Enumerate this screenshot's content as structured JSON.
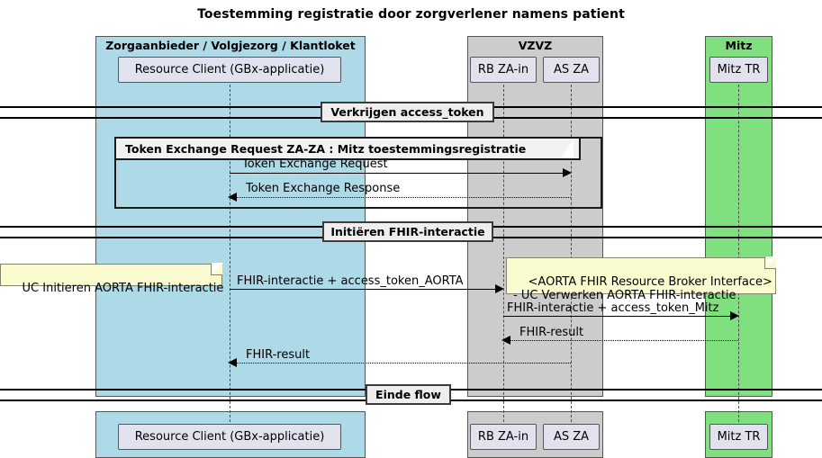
{
  "diagram": {
    "title": "Toestemming registratie door zorgverlener namens patient",
    "type": "uml-sequence-diagram"
  },
  "participant_groups": [
    {
      "id": "zorgaanbieder",
      "label": "Zorgaanbieder / Volgjezorg / Klantloket",
      "color": "#AED9E6"
    },
    {
      "id": "vzvz",
      "label": "VZVZ",
      "color": "#CCCCCC"
    },
    {
      "id": "mitz",
      "label": "Mitz",
      "color": "#80E080"
    }
  ],
  "participants": [
    {
      "id": "resource-client",
      "label": "Resource Client (GBx-applicatie)",
      "group": "zorgaanbieder"
    },
    {
      "id": "rb-za-in",
      "label": "RB ZA-in",
      "group": "vzvz"
    },
    {
      "id": "as-za",
      "label": "AS ZA",
      "group": "vzvz"
    },
    {
      "id": "mitz-tr",
      "label": "Mitz TR",
      "group": "mitz"
    }
  ],
  "dividers": [
    {
      "id": "verkrijgen-access-token",
      "label": "Verkrijgen access_token"
    },
    {
      "id": "initieren-fhir-interactie",
      "label": "Initiëren FHIR-interactie"
    },
    {
      "id": "einde-flow",
      "label": "Einde flow"
    }
  ],
  "frames": [
    {
      "id": "token-exchange-frame",
      "label": "Token Exchange Request ZA-ZA : Mitz toestemmingsregistratie"
    }
  ],
  "messages": [
    {
      "id": "m1",
      "label": "Token Exchange Request",
      "from": "resource-client",
      "to": "as-za",
      "style": "solid",
      "direction": "right"
    },
    {
      "id": "m2",
      "label": "Token Exchange Response",
      "from": "as-za",
      "to": "resource-client",
      "style": "dotted",
      "direction": "left"
    },
    {
      "id": "m3",
      "label": "FHIR-interactie + access_token_AORTA",
      "from": "resource-client",
      "to": "rb-za-in",
      "style": "solid",
      "direction": "right"
    },
    {
      "id": "m4",
      "label": "FHIR-interactie + access_token_Mitz",
      "from": "rb-za-in",
      "to": "mitz-tr",
      "style": "solid",
      "direction": "right"
    },
    {
      "id": "m5",
      "label": "FHIR-result",
      "from": "mitz-tr",
      "to": "rb-za-in",
      "style": "dotted",
      "direction": "left"
    },
    {
      "id": "m6",
      "label": "FHIR-result",
      "from": "as-za",
      "to": "resource-client",
      "style": "dotted",
      "direction": "left"
    }
  ],
  "notes": [
    {
      "id": "note-uc-initieren",
      "text": "UC Initieren AORTA FHIR-interactie"
    },
    {
      "id": "note-aorta-broker",
      "text": "<AORTA FHIR Resource Broker Interface>\n- UC Verwerken AORTA FHIR-interactie"
    }
  ],
  "colors": {
    "blue_band": "#AED9E6",
    "gray_band": "#CCCCCC",
    "green_band": "#80E080",
    "lifeline_box": "#E2E2EE",
    "note_bg": "#FBFBD0",
    "divider_bg": "#EEEEEE",
    "frame_label_bg": "#F2F2F2",
    "line": "#000000",
    "background": "#FFFFFF"
  }
}
